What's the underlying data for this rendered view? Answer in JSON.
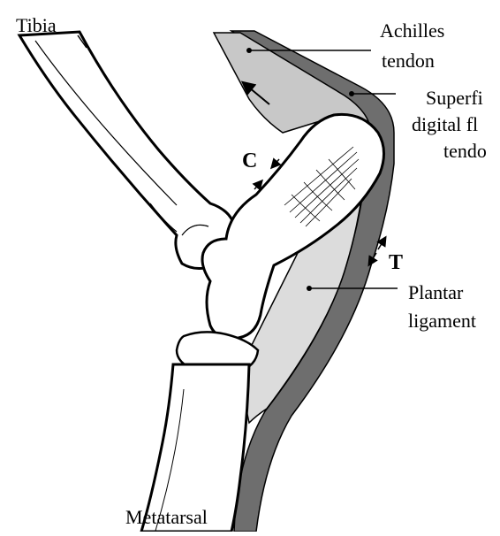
{
  "labels": {
    "tibia": "Tibia",
    "achilles_line1": "Achilles",
    "achilles_line2": "tendon",
    "sdf_line1": "Superfi",
    "sdf_line2": "digital fl",
    "sdf_line3": "tendo",
    "compression": "C",
    "tension": "T",
    "plantar_line1": "Plantar",
    "plantar_line2": "ligament",
    "metatarsal": "Metatarsal"
  },
  "colors": {
    "achilles_fill": "#c8c8c8",
    "sdf_fill": "#6e6e6e",
    "plantar_fill": "#dcdcdc",
    "bone_fill": "#ffffff",
    "outline": "#000000"
  },
  "icons": {
    "pull_arrow": "arrow-up-left-icon",
    "compression_arrows": "double-arrow-inward-icon",
    "tension_arrows": "double-arrow-outward-icon"
  }
}
